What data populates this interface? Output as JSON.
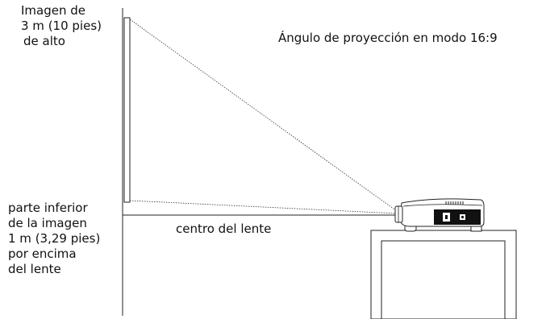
{
  "diagram": {
    "title": "Ángulo de proyección en modo 16:9",
    "image_height_label": [
      "Imagen de",
      "3 m (10 pies)",
      "de alto"
    ],
    "image_bottom_label": [
      "parte inferior",
      "de la imagen",
      "1 m (3,29 pies)",
      "por encima",
      "del lente"
    ],
    "lens_center_label": "centro del lente"
  }
}
